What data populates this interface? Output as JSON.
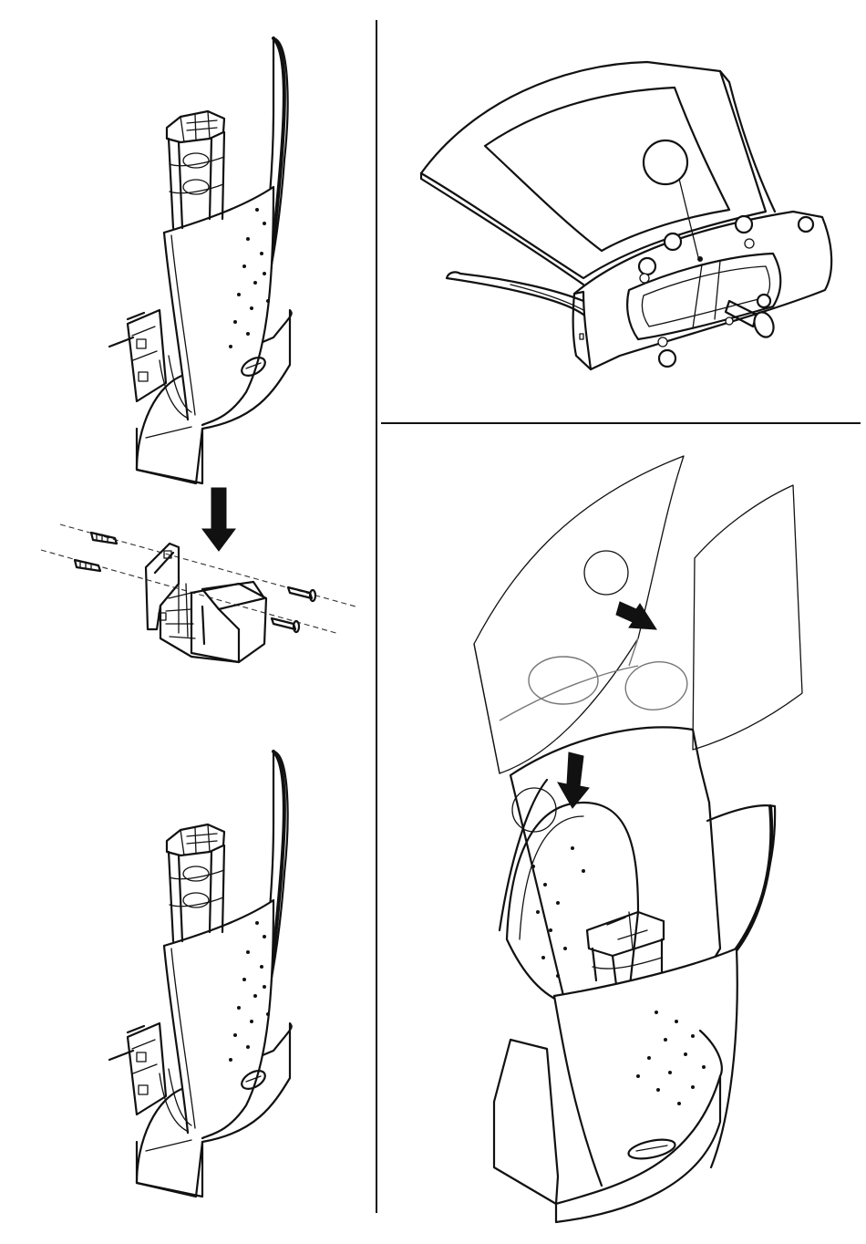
{
  "page": {
    "background": "#ffffff",
    "ink": "#111111"
  },
  "panels": [
    {
      "id": "assembled-stand-top",
      "icon": "unit-on-wall-bracket-illustration"
    },
    {
      "id": "wall-bracket-mounting",
      "icon": "wall-bracket-with-screws-and-plugs-illustration"
    },
    {
      "id": "assembled-stand-bottom",
      "icon": "unit-on-wall-bracket-illustration"
    },
    {
      "id": "base-underside",
      "icon": "base-underside-with-cable-illustration"
    },
    {
      "id": "cover-fitting",
      "icon": "cover-panels-fitting-illustration"
    }
  ],
  "callouts": {
    "count": 4,
    "labels": [
      "",
      "",
      "",
      ""
    ]
  }
}
